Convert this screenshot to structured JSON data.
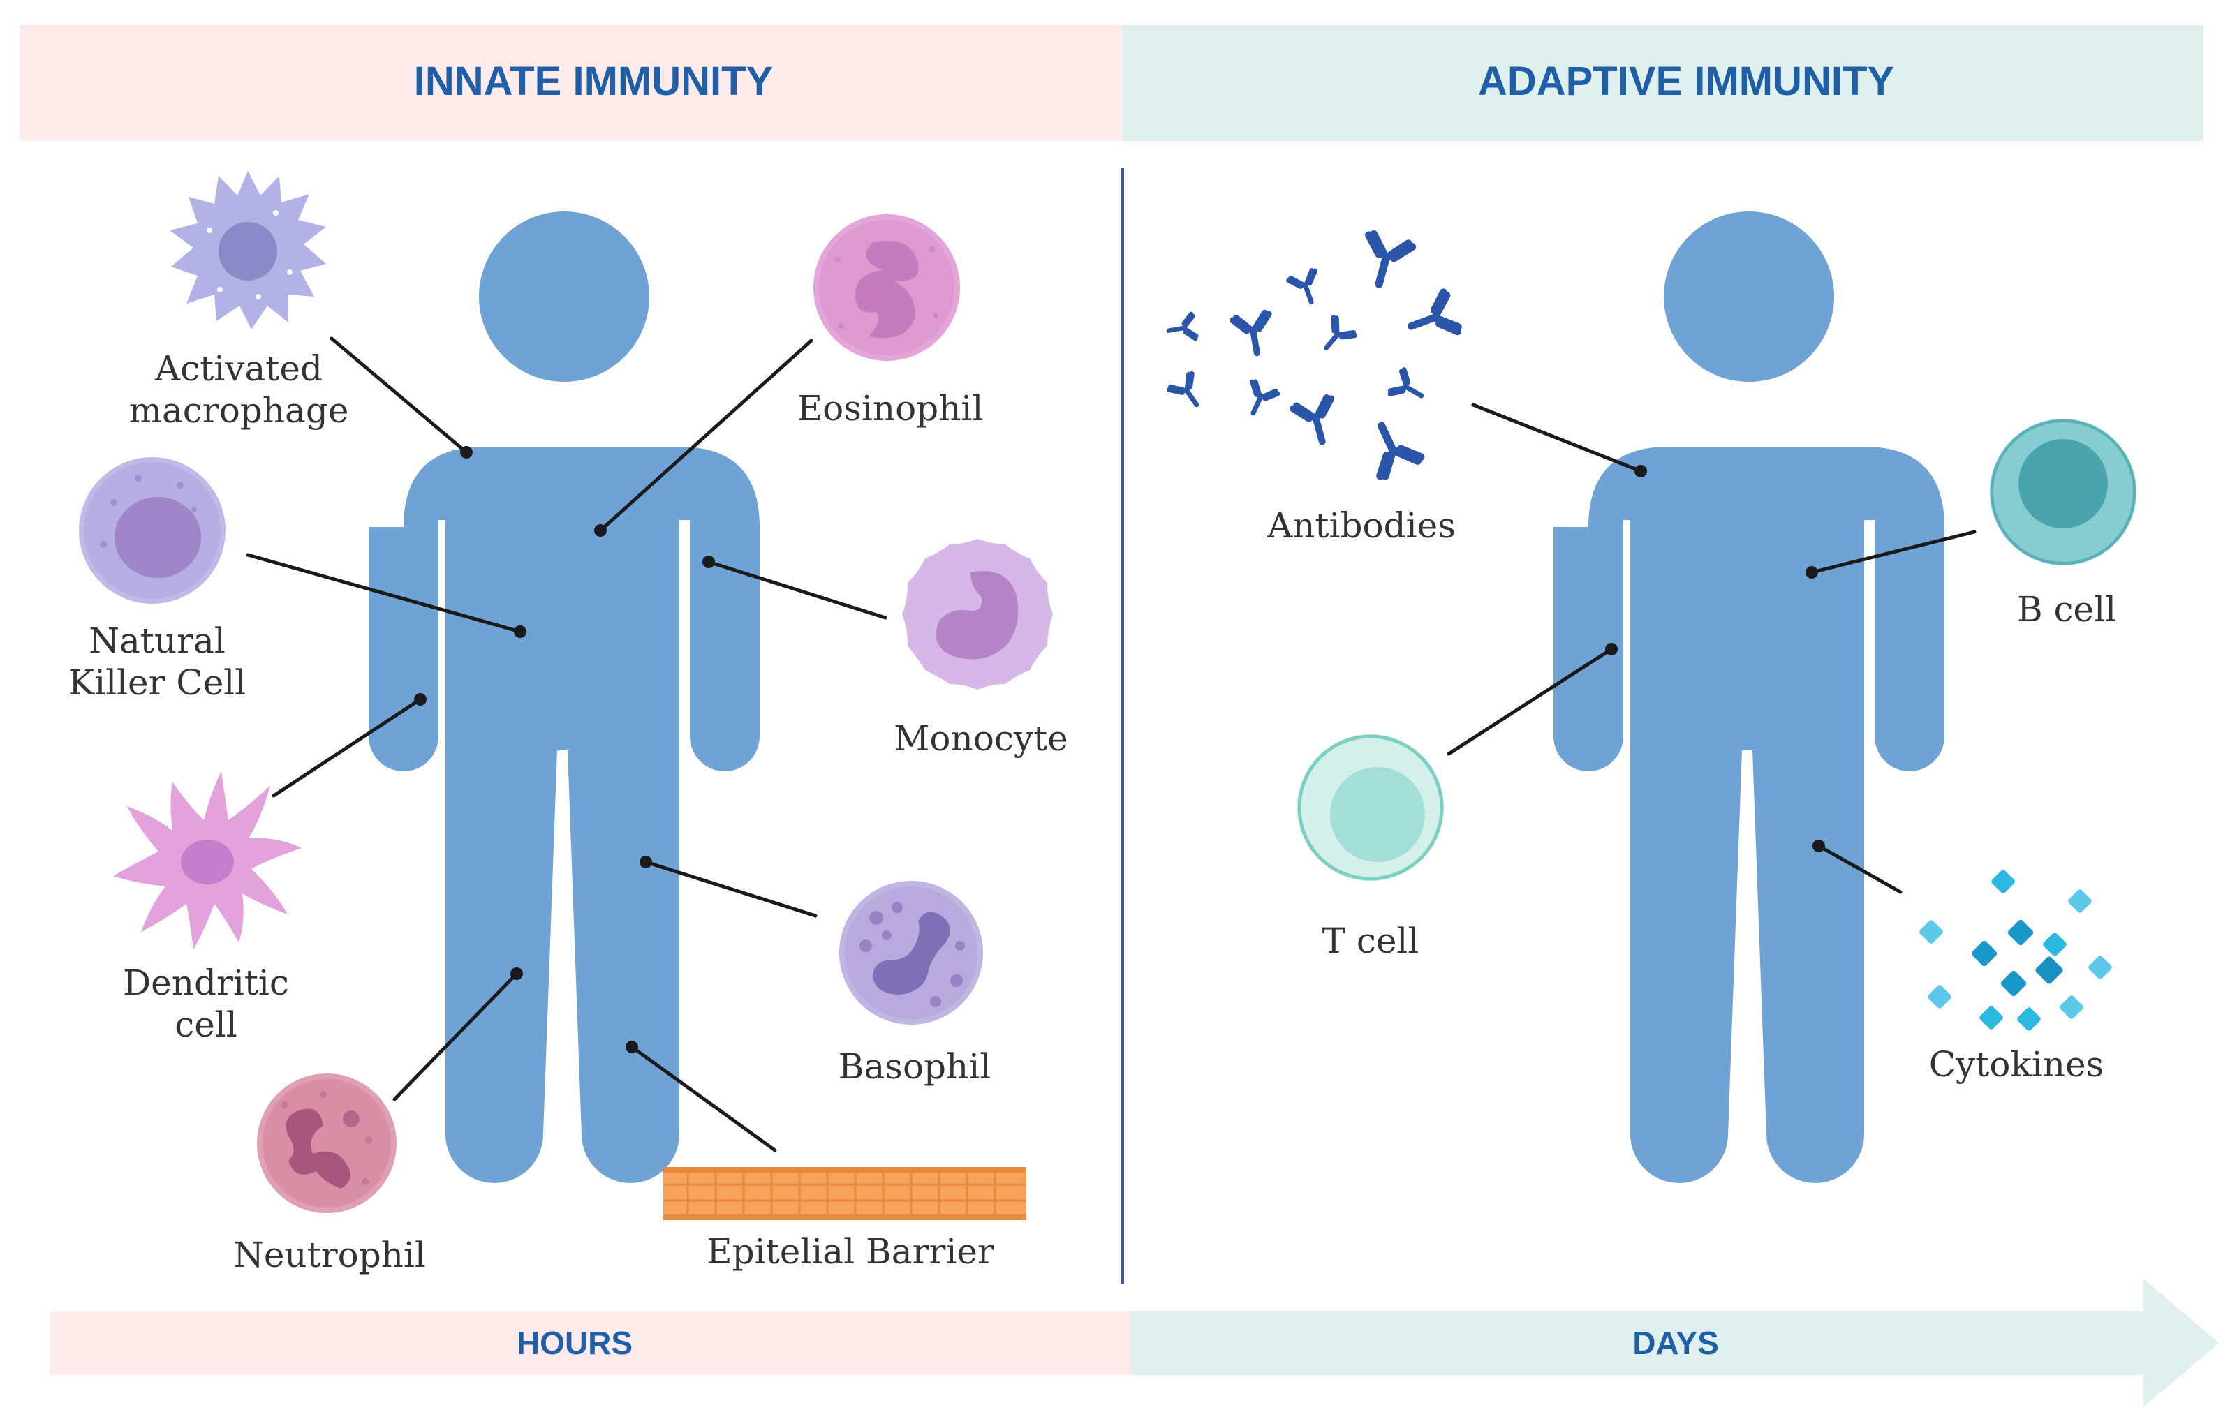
{
  "headers": {
    "innate": "INNATE IMMUNITY",
    "adaptive": "ADAPTIVE IMMUNITY"
  },
  "timeline": {
    "hours": "HOURS",
    "days": "DAYS"
  },
  "innate_labels": {
    "activated_macrophage_line1": "Activated",
    "activated_macrophage_line2": "macrophage",
    "natural_killer_line1": "Natural",
    "natural_killer_line2": "Killer Cell",
    "dendritic_line1": "Dendritic",
    "dendritic_line2": "cell",
    "neutrophil": "Neutrophil",
    "eosinophil": "Eosinophil",
    "monocyte": "Monocyte",
    "basophil": "Basophil",
    "epithelial_barrier": "Epitelial Barrier"
  },
  "adaptive_labels": {
    "antibodies": "Antibodies",
    "b_cell": "B cell",
    "t_cell": "T cell",
    "cytokines": "Cytokines"
  },
  "colors": {
    "body": "#6fa3d6",
    "header_text": "#1f5fa8",
    "innate_band": "#fcebea",
    "adaptive_band": "#dff0ef",
    "antibody": "#2a55a8",
    "cytokine": "#1aa7d6"
  }
}
